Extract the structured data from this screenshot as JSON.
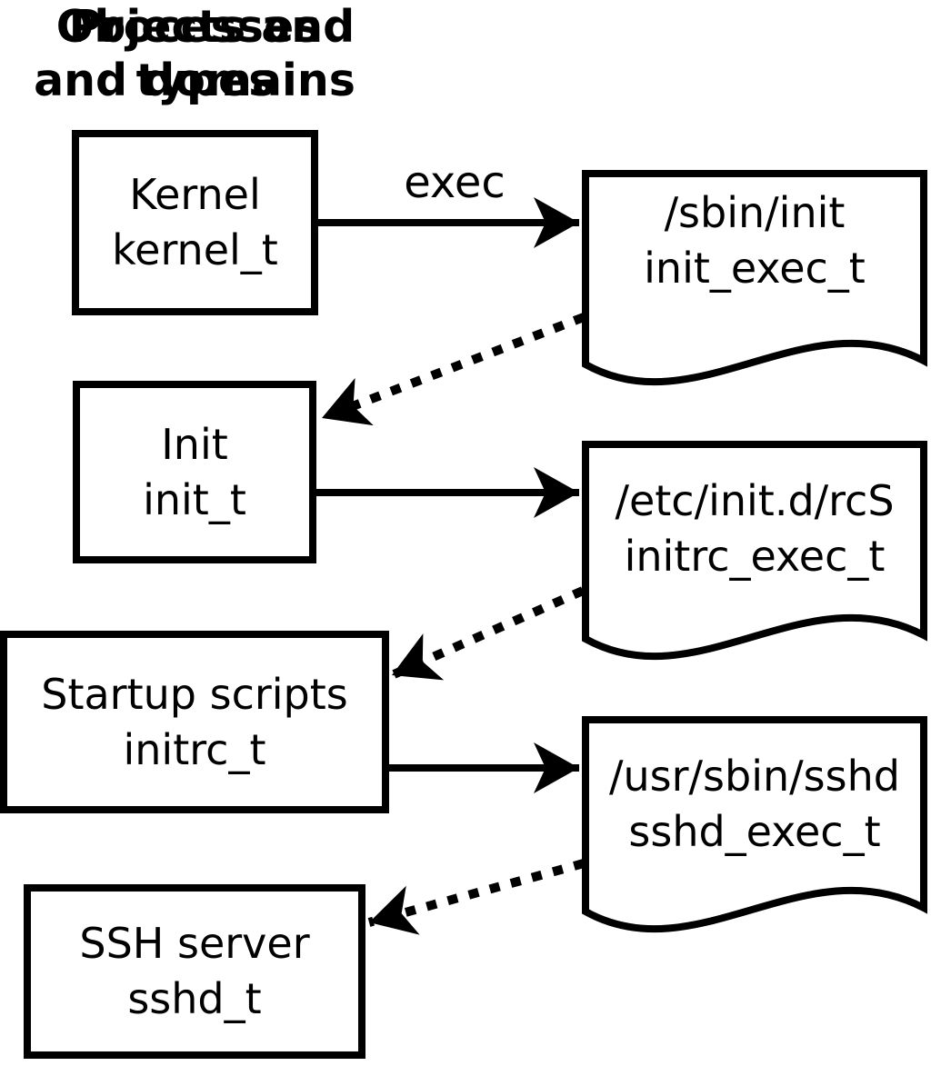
{
  "colors": {
    "ink": "#000000",
    "background": "#ffffff"
  },
  "headers": {
    "left": {
      "line1": "Processes",
      "line2": "and domains"
    },
    "right": {
      "line1": "Objects and",
      "line2": "types"
    }
  },
  "process_boxes": [
    {
      "name": "Kernel",
      "domain": "kernel_t"
    },
    {
      "name": "Init",
      "domain": "init_t"
    },
    {
      "name": "Startup scripts",
      "domain": "initrc_t"
    },
    {
      "name": "SSH server",
      "domain": "sshd_t"
    }
  ],
  "object_documents": [
    {
      "path": "/sbin/init",
      "type": "init_exec_t"
    },
    {
      "path": "/etc/init.d/rcS",
      "type": "initrc_exec_t"
    },
    {
      "path": "/usr/sbin/sshd",
      "type": "sshd_exec_t"
    }
  ],
  "edges": {
    "exec_label": "exec",
    "solid_arrows": [
      {
        "from": "kernel_t",
        "to": "init_exec_t",
        "label": "exec"
      },
      {
        "from": "init_t",
        "to": "initrc_exec_t",
        "label": ""
      },
      {
        "from": "initrc_t",
        "to": "sshd_exec_t",
        "label": ""
      }
    ],
    "dashed_arrows": [
      {
        "from": "init_exec_t",
        "to": "init_t"
      },
      {
        "from": "initrc_exec_t",
        "to": "initrc_t"
      },
      {
        "from": "sshd_exec_t",
        "to": "sshd_t"
      }
    ]
  }
}
